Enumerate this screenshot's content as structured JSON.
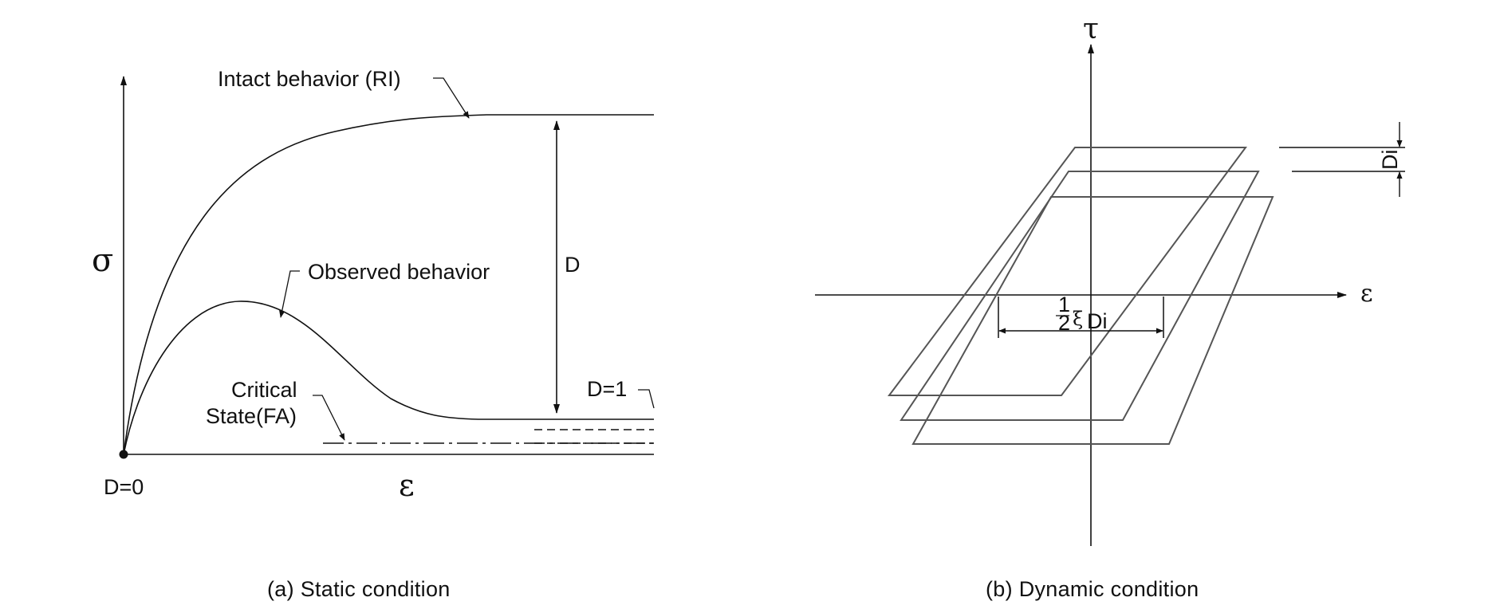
{
  "panel_static": {
    "caption": "(a)  Static  condition",
    "y_axis_symbol": "σ",
    "x_axis_symbol": "ε",
    "intact_label": "Intact behavior (RI)",
    "observed_label": "Observed behavior",
    "critical_label_line1": "Critical",
    "critical_label_line2": "State(FA)",
    "damage_label": "D",
    "origin_label": "D=0",
    "full_damage_label": "D=1"
  },
  "panel_dynamic": {
    "caption": "(b)  Dynamic  condition",
    "y_axis_symbol": "τ",
    "x_axis_symbol": "ε",
    "damage_increment_label": "Di",
    "fraction_numerator": "1",
    "fraction_denominator": "2",
    "damping_symbol": "ξ",
    "damping_subscript": "Di"
  },
  "colors": {
    "line": "#111111",
    "hysteresis": "#555555",
    "background": "#ffffff"
  }
}
